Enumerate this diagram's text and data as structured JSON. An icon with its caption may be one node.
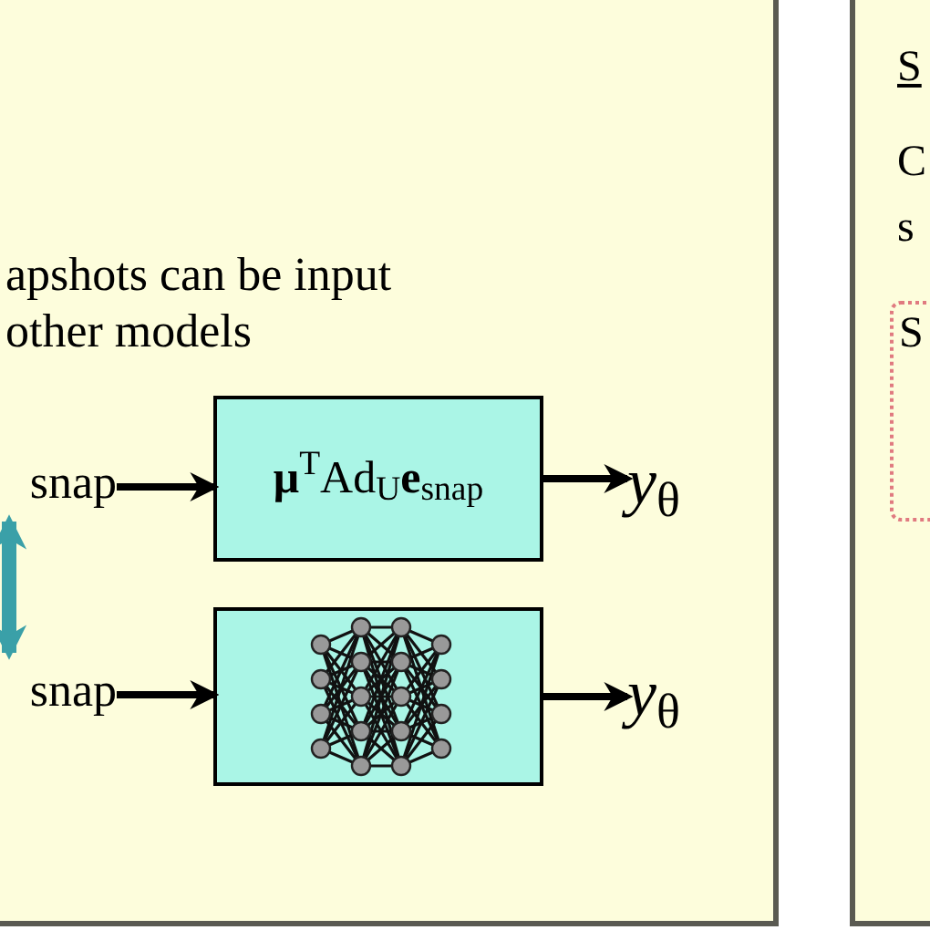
{
  "diagram": {
    "nodes": [
      {
        "text": [
          "apshots can be input other models"
        ]
      },
      {
        "text": [
          "snap"
        ],
        "in": 0
      },
      {
        "text": [
          "**μ**$^{T}$Ad$_{U}$**e**$_{snap}$"
        ],
        "in": 0
      },
      {
        "text": [
          "*y*$_{θ}$"
        ],
        "in": 0
      },
      {
        "text": [
          "snap"
        ],
        "in": 0
      },
      {
        "text": [],
        "shape": "box",
        "in": 0
      },
      {
        "text": [
          "*y*$_{θ}$"
        ],
        "in": 0
      },
      {
        "text": [
          "S",
          "C s"
        ]
      },
      {
        "text": [
          "S"
        ],
        "in": 7
      }
    ],
    "edges": [
      {
        "from": 1,
        "to": 2,
        "arrow": "to"
      },
      {
        "from": 2,
        "to": 3,
        "arrow": "to"
      },
      {
        "from": 4,
        "to": 5,
        "arrow": "to"
      },
      {
        "from": 5,
        "to": 6,
        "arrow": "to"
      },
      {
        "from": 1,
        "to": 4,
        "arrow": "both",
        "style": "thick",
        "color": "#3aa0a8"
      }
    ]
  }
}
